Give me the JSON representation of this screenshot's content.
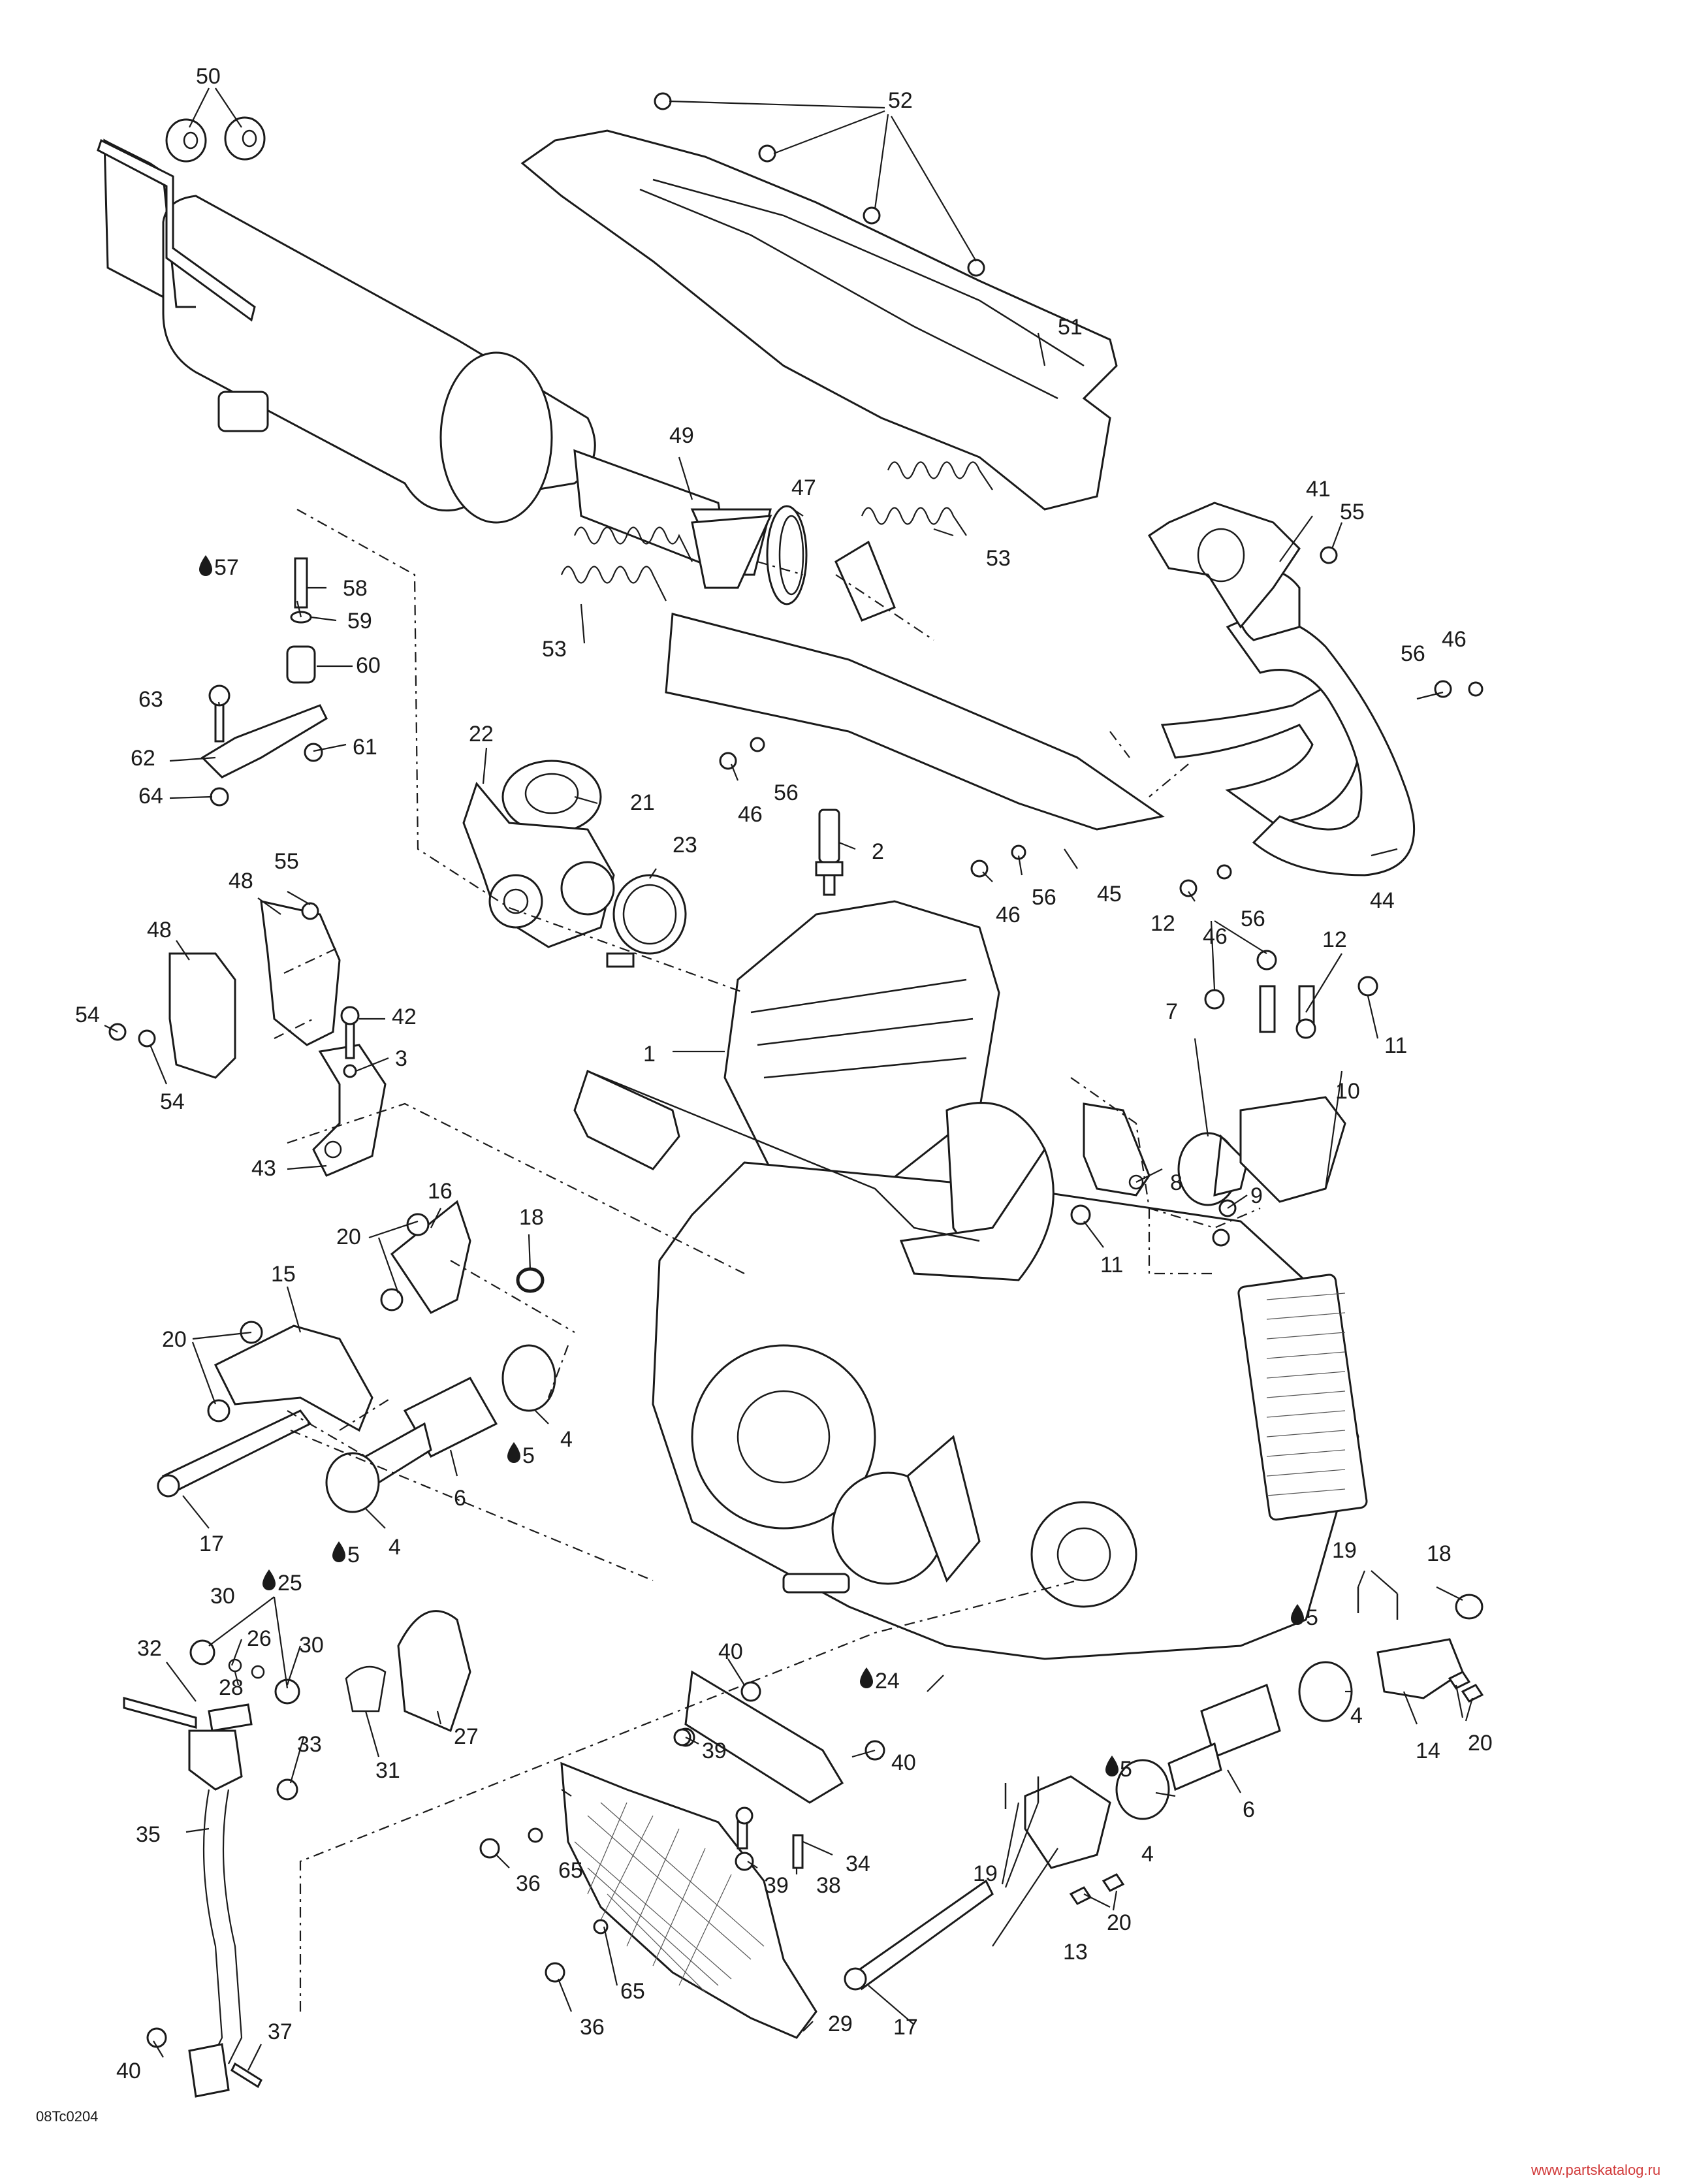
{
  "drawing_code": "08Tc0204",
  "watermark": "www.partskatalog.ru",
  "callouts": {
    "c1": "1",
    "c2": "2",
    "c3": "3",
    "c4a": "4",
    "c4b": "4",
    "c4c": "4",
    "c4d": "4",
    "c5a": "5",
    "c5b": "5",
    "c5c": "5",
    "c5d": "5",
    "c6a": "6",
    "c6b": "6",
    "c7": "7",
    "c8": "8",
    "c9": "9",
    "c10": "10",
    "c11a": "11",
    "c11b": "11",
    "c12a": "12",
    "c12b": "12",
    "c13": "13",
    "c14": "14",
    "c15": "15",
    "c16": "16",
    "c17a": "17",
    "c17b": "17",
    "c18a": "18",
    "c18b": "18",
    "c19a": "19",
    "c19b": "19",
    "c20a": "20",
    "c20b": "20",
    "c20c": "20",
    "c20d": "20",
    "c21": "21",
    "c22": "22",
    "c23": "23",
    "c24": "24",
    "c25": "25",
    "c26": "26",
    "c27": "27",
    "c28": "28",
    "c29": "29",
    "c30a": "30",
    "c30b": "30",
    "c31": "31",
    "c32": "32",
    "c33": "33",
    "c34": "34",
    "c35": "35",
    "c36a": "36",
    "c36b": "36",
    "c37": "37",
    "c38": "38",
    "c39a": "39",
    "c39b": "39",
    "c40a": "40",
    "c40b": "40",
    "c40c": "40",
    "c41": "41",
    "c42": "42",
    "c43": "43",
    "c44": "44",
    "c45": "45",
    "c46a": "46",
    "c46b": "46",
    "c46c": "46",
    "c46d": "46",
    "c47": "47",
    "c48a": "48",
    "c48b": "48",
    "c49": "49",
    "c50": "50",
    "c51": "51",
    "c52": "52",
    "c53a": "53",
    "c53b": "53",
    "c54a": "54",
    "c54b": "54",
    "c55a": "55",
    "c55b": "55",
    "c56a": "56",
    "c56b": "56",
    "c56c": "56",
    "c56d": "56",
    "c57": "57",
    "c58": "58",
    "c59": "59",
    "c60": "60",
    "c61": "61",
    "c62": "62",
    "c63": "63",
    "c64": "64",
    "c65a": "65",
    "c65b": "65"
  }
}
